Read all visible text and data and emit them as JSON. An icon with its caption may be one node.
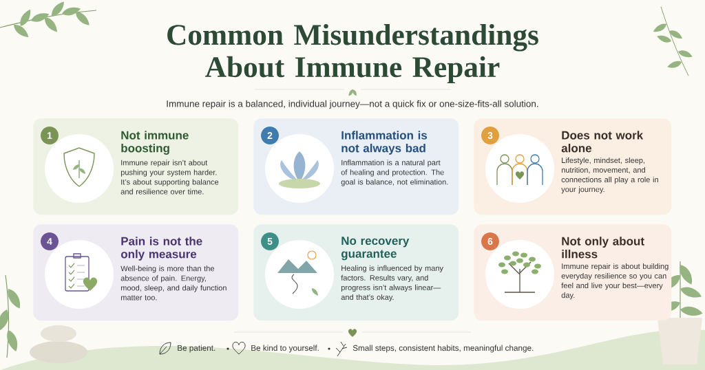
{
  "diagram": {
    "title": "Common Misunderstandings About Immune Repair",
    "nodes": [
      {
        "text": [
          "Not immune boosting",
          "Immune repair isn’t about pushing your system harder. It’s about supporting balance and resilience over time."
        ]
      },
      {
        "text": [
          "1"
        ],
        "in": 0
      },
      {
        "text": [
          "Inflammation is not always bad",
          "Inflammation is a natural part of healing and protection. The goal is balance, not elimination."
        ]
      },
      {
        "text": [
          "2"
        ],
        "in": 2
      },
      {
        "text": [
          "Does not work alone",
          "Lifestyle, mindset, sleep, nutrition, movement, and connections all play a role in your journey."
        ]
      },
      {
        "text": [
          "3"
        ],
        "in": 4
      },
      {
        "text": [
          "Pain is not the only measure",
          "Well-being is more than the absence of pain. Energy, mood, sleep, and daily function matter too."
        ]
      },
      {
        "text": [
          "4"
        ],
        "in": 6
      },
      {
        "text": [
          "No recovery guarantee",
          "Healing is influenced by many factors. Results vary, and progress isn’t always linear—and that’s okay."
        ]
      },
      {
        "text": [
          "5"
        ],
        "in": 8
      },
      {
        "text": [
          "Not only about illness",
          "Immune repair is about building everyday resilience so you can feel and live your best—every day."
        ]
      },
      {
        "text": [
          "6"
        ],
        "in": 10
      }
    ],
    "labels": [
      "Immune repair is a balanced, individual journey—not a quick fix or one-size-fits-all solution.",
      "Be patient.",
      "Be kind to yourself.",
      "Small steps, consistent habits, meaningful change."
    ]
  }
}
